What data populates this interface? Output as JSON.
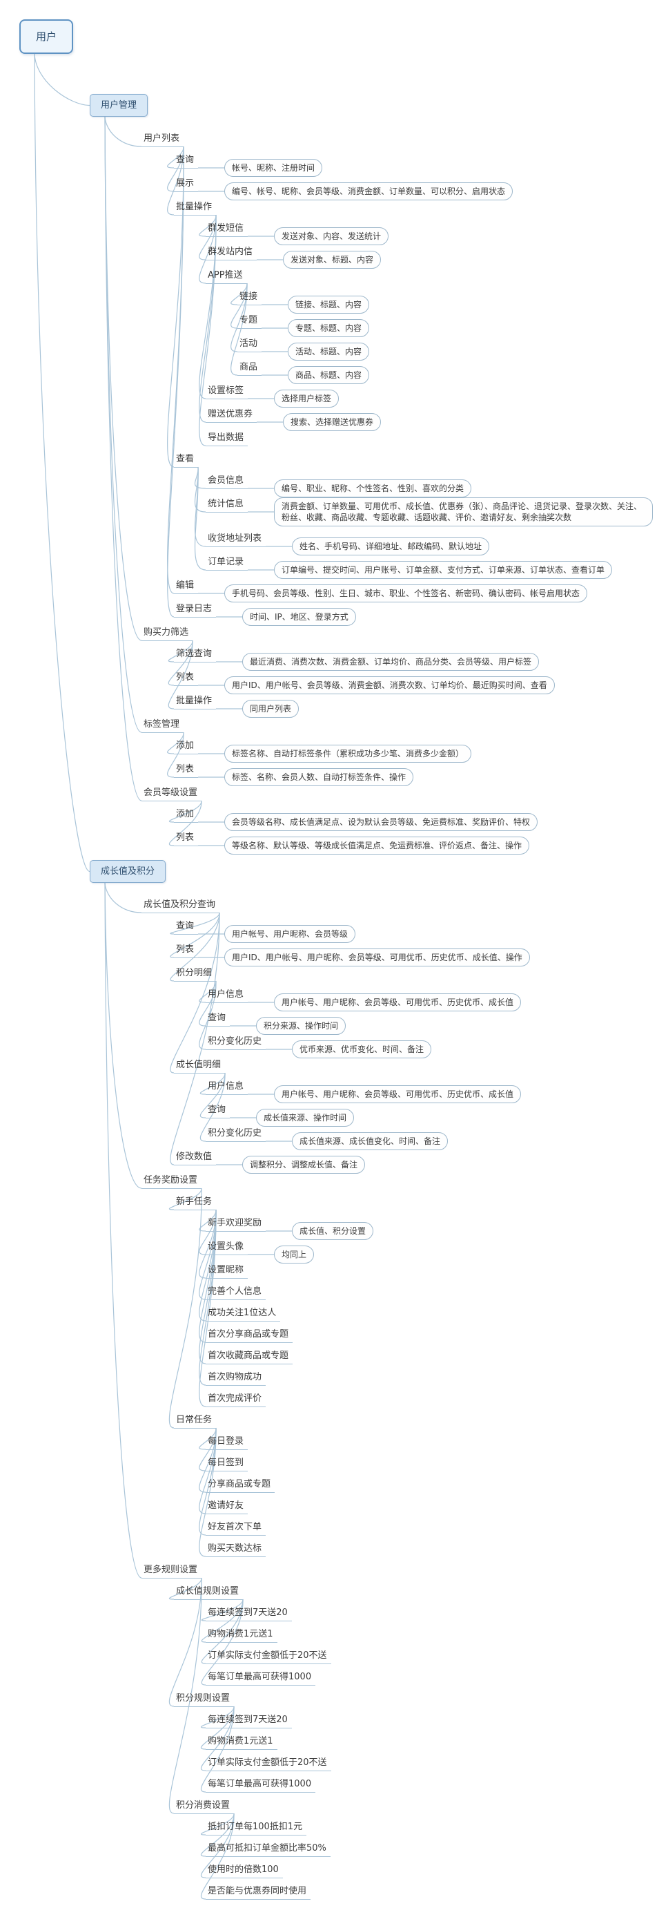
{
  "colors": {
    "canvas_bg": "#ffffff",
    "connector_line": "#a9c4d8",
    "node_text": "#3c3c3c",
    "detail_box_border": "#9db7cb",
    "detail_box_fill": "#fefefe",
    "root_border": "#5f93c3",
    "root_fill": "#edf5fc",
    "topic_border": "#85abce",
    "topic_fill": "#d8e8f6",
    "topic_text": "#2f4f6f"
  },
  "root": {
    "label": "用户",
    "type": "root",
    "children": [
      {
        "label": "用户管理",
        "type": "topic",
        "children": [
          {
            "label": "用户列表",
            "children": [
              {
                "label": "查询",
                "detail": "帐号、昵称、注册时间"
              },
              {
                "label": "展示",
                "detail": "编号、帐号、昵称、会员等级、消费金额、订单数量、可以积分、启用状态"
              },
              {
                "label": "批量操作",
                "children": [
                  {
                    "label": "群发短信",
                    "detail": "发送对象、内容、发送统计"
                  },
                  {
                    "label": "群发站内信",
                    "detail": "发送对象、标题、内容"
                  },
                  {
                    "label": "APP推送",
                    "children": [
                      {
                        "label": "链接",
                        "detail": "链接、标题、内容"
                      },
                      {
                        "label": "专题",
                        "detail": "专题、标题、内容"
                      },
                      {
                        "label": "活动",
                        "detail": "活动、标题、内容"
                      },
                      {
                        "label": "商品",
                        "detail": "商品、标题、内容"
                      }
                    ]
                  },
                  {
                    "label": "设置标签",
                    "detail": "选择用户标签"
                  },
                  {
                    "label": "赠送优惠券",
                    "detail": "搜索、选择赠送优惠券"
                  },
                  {
                    "label": "导出数据"
                  }
                ]
              },
              {
                "label": "查看",
                "children": [
                  {
                    "label": "会员信息",
                    "detail": "编号、职业、昵称、个性签名、性别、喜欢的分类"
                  },
                  {
                    "label": "统计信息",
                    "detail": "消费金额、订单数量、可用优币、成长值、优惠券（张）、商品评论、退货记录、登录次数、关注、粉丝、收藏、商品收藏、专题收藏、话题收藏、评价、邀请好友、剩余抽奖次数"
                  },
                  {
                    "label": "收货地址列表",
                    "detail": "姓名、手机号码、详细地址、邮政编码、默认地址"
                  },
                  {
                    "label": "订单记录",
                    "detail": "订单编号、提交时间、用户账号、订单金额、支付方式、订单来源、订单状态、查看订单"
                  }
                ]
              },
              {
                "label": "编辑",
                "detail": "手机号码、会员等级、性别、生日、城市、职业、个性签名、新密码、确认密码、帐号启用状态"
              },
              {
                "label": "登录日志",
                "detail": "时间、IP、地区、登录方式"
              }
            ]
          },
          {
            "label": "购买力筛选",
            "children": [
              {
                "label": "筛选查询",
                "detail": "最近消费、消费次数、消费金额、订单均价、商品分类、会员等级、用户标签"
              },
              {
                "label": "列表",
                "detail": "用户ID、用户帐号、会员等级、消费金额、消费次数、订单均价、最近购买时间、查看"
              },
              {
                "label": "批量操作",
                "detail": "同用户列表"
              }
            ]
          },
          {
            "label": "标签管理",
            "children": [
              {
                "label": "添加",
                "detail": "标签名称、自动打标签条件（累积成功多少笔、消费多少金额）"
              },
              {
                "label": "列表",
                "detail": "标签、名称、会员人数、自动打标签条件、操作"
              }
            ]
          },
          {
            "label": "会员等级设置",
            "children": [
              {
                "label": "添加",
                "detail": "会员等级名称、成长值满足点、设为默认会员等级、免运费标准、奖励评价、特权"
              },
              {
                "label": "列表",
                "detail": "等级名称、默认等级、等级成长值满足点、免运费标准、评价返点、备注、操作"
              }
            ]
          }
        ]
      },
      {
        "label": "成长值及积分",
        "type": "topic",
        "children": [
          {
            "label": "成长值及积分查询",
            "children": [
              {
                "label": "查询",
                "detail": "用户帐号、用户昵称、会员等级"
              },
              {
                "label": "列表",
                "detail": "用户ID、用户帐号、用户昵称、会员等级、可用优币、历史优币、成长值、操作"
              },
              {
                "label": "积分明细",
                "children": [
                  {
                    "label": "用户信息",
                    "detail": "用户帐号、用户昵称、会员等级、可用优币、历史优币、成长值"
                  },
                  {
                    "label": "查询",
                    "detail": "积分来源、操作时间"
                  },
                  {
                    "label": "积分变化历史",
                    "detail": "优币来源、优币变化、时间、备注"
                  }
                ]
              },
              {
                "label": "成长值明细",
                "children": [
                  {
                    "label": "用户信息",
                    "detail": "用户帐号、用户昵称、会员等级、可用优币、历史优币、成长值"
                  },
                  {
                    "label": "查询",
                    "detail": "成长值来源、操作时间"
                  },
                  {
                    "label": "积分变化历史",
                    "detail": "成长值来源、成长值变化、时间、备注"
                  }
                ]
              },
              {
                "label": "修改数值",
                "detail": "调整积分、调整成长值、备注"
              }
            ]
          },
          {
            "label": "任务奖励设置",
            "children": [
              {
                "label": "新手任务",
                "children": [
                  {
                    "label": "新手欢迎奖励",
                    "detail": "成长值、积分设置"
                  },
                  {
                    "label": "设置头像",
                    "detail": "均同上"
                  },
                  {
                    "label": "设置昵称"
                  },
                  {
                    "label": "完善个人信息"
                  },
                  {
                    "label": "成功关注1位达人"
                  },
                  {
                    "label": "首次分享商品或专题"
                  },
                  {
                    "label": "首次收藏商品或专题"
                  },
                  {
                    "label": "首次购物成功"
                  },
                  {
                    "label": "首次完成评价"
                  }
                ]
              },
              {
                "label": "日常任务",
                "children": [
                  {
                    "label": "每日登录"
                  },
                  {
                    "label": "每日签到"
                  },
                  {
                    "label": "分享商品或专题"
                  },
                  {
                    "label": "邀请好友"
                  },
                  {
                    "label": "好友首次下单"
                  },
                  {
                    "label": "购买天数达标"
                  }
                ]
              }
            ]
          },
          {
            "label": "更多规则设置",
            "children": [
              {
                "label": "成长值规则设置",
                "children": [
                  {
                    "label": "每连续签到7天送20"
                  },
                  {
                    "label": "购物消费1元送1"
                  },
                  {
                    "label": "订单实际支付金额低于20不送"
                  },
                  {
                    "label": "每笔订单最高可获得1000"
                  }
                ]
              },
              {
                "label": "积分规则设置",
                "children": [
                  {
                    "label": "每连续签到7天送20"
                  },
                  {
                    "label": "购物消费1元送1"
                  },
                  {
                    "label": "订单实际支付金额低于20不送"
                  },
                  {
                    "label": "每笔订单最高可获得1000"
                  }
                ]
              },
              {
                "label": "积分消费设置",
                "children": [
                  {
                    "label": "抵扣订单每100抵扣1元"
                  },
                  {
                    "label": "最高可抵扣订单金额比率50%"
                  },
                  {
                    "label": "使用时的倍数100"
                  },
                  {
                    "label": "是否能与优惠券同时使用"
                  }
                ]
              }
            ]
          }
        ]
      }
    ]
  }
}
